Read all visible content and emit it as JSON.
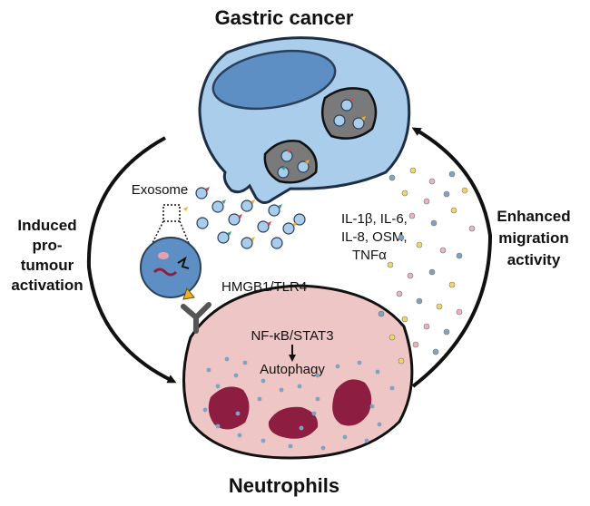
{
  "titles": {
    "top": "Gastric cancer",
    "bottom": "Neutrophils"
  },
  "left_label": [
    "Induced",
    "pro-",
    "tumour",
    "activation"
  ],
  "right_label": [
    "Enhanced",
    "migration",
    "activity"
  ],
  "labels": {
    "exosome": "Exosome",
    "receptor": "HMGB1/TLR4",
    "pathway": "NF-κB/STAT3",
    "autophagy": "Autophagy"
  },
  "cytokines": [
    "IL-1β, IL-6,",
    "IL-8, OSM,",
    "TNFα"
  ],
  "colors": {
    "cancer_fill": "#a9cdea",
    "cancer_nucleus": "#5e8fc4",
    "neutrophil_fill": "#efc6c6",
    "neutrophil_nucleus": "#8e1e41",
    "granule": "#7fa3c2",
    "arrow": "#111111"
  }
}
